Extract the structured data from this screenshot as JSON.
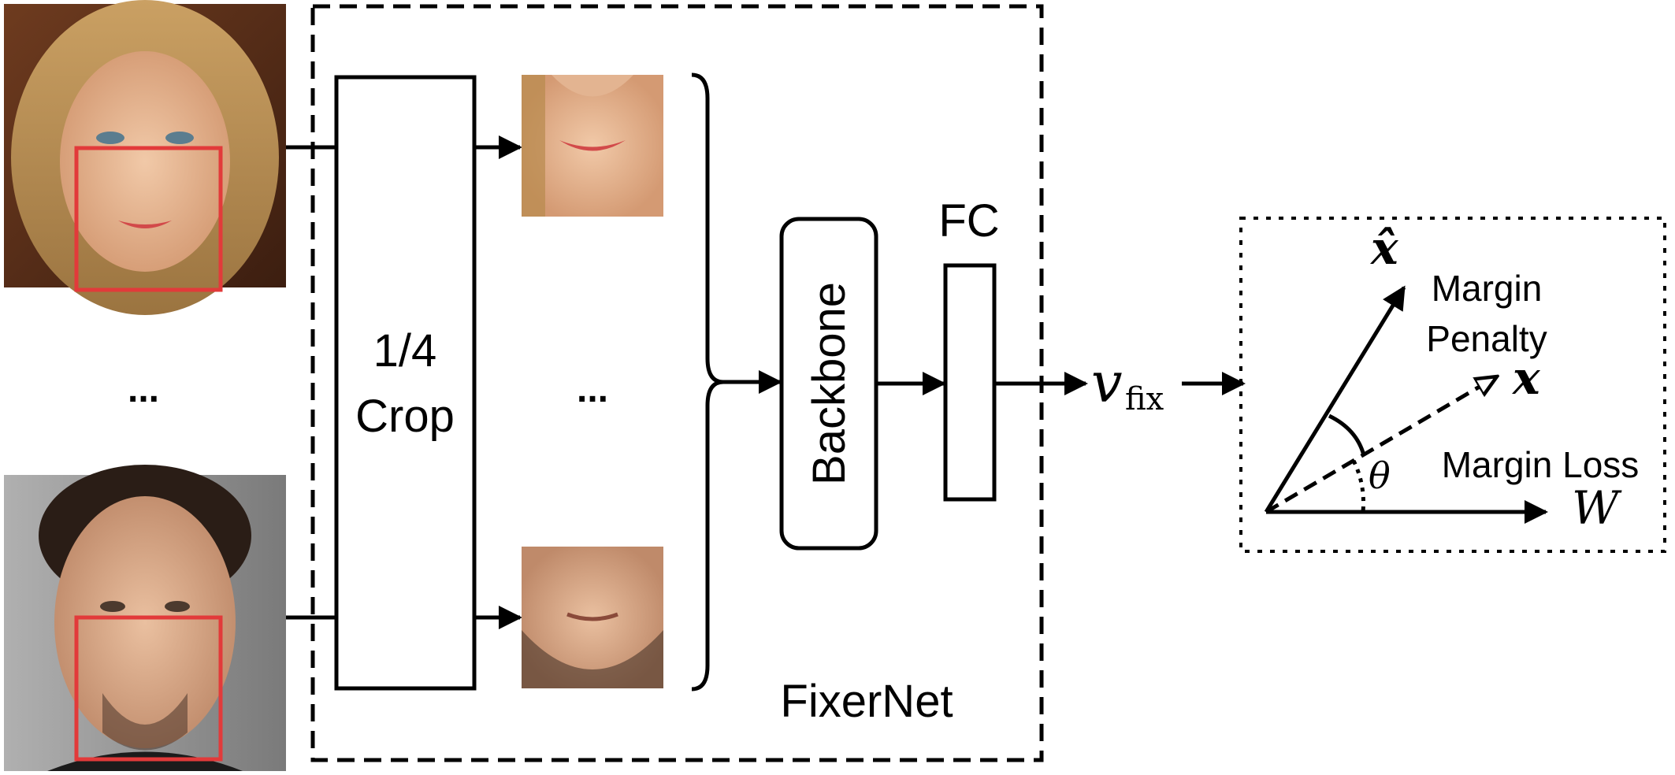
{
  "inputs": {
    "top_face": {
      "frame_color": "#e23a3a"
    },
    "ellipsis": "...",
    "bottom_face": {
      "frame_color": "#e23a3a"
    }
  },
  "fixernet": {
    "label": "FixerNet",
    "crop_block": {
      "line1": "1/4",
      "line2": "Crop"
    },
    "crops_ellipsis": "...",
    "backbone_label": "Backbone",
    "fc_label": "FC"
  },
  "output_vector": {
    "symbol": "v",
    "subscript": "fix"
  },
  "loss_panel": {
    "x_hat_label": "x̂",
    "x_label": "x",
    "w_label": "W",
    "theta_label": "θ",
    "margin_penalty_line1": "Margin",
    "margin_penalty_line2": "Penalty",
    "margin_loss_label": "Margin Loss"
  },
  "colors": {
    "highlight_box": "#e23a3a",
    "stroke": "#000000"
  }
}
